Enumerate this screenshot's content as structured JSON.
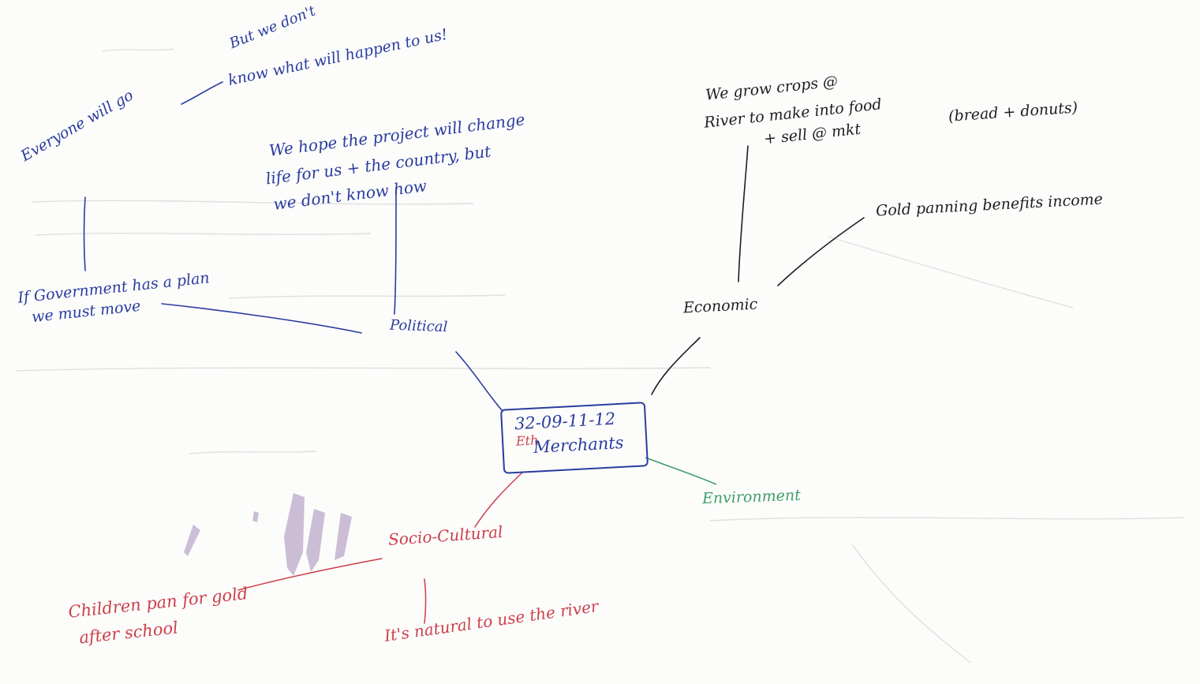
{
  "center": {
    "code": "32-09-11-12",
    "red_mark": "Eth",
    "label": "Merchants"
  },
  "branches": {
    "political": "Political",
    "economic": "Economic",
    "environment": "Environment",
    "socio_cultural": "Socio-Cultural"
  },
  "political_notes": {
    "gov_plan_1": "If Government has a plan",
    "gov_plan_2": "we must move",
    "everyone": "Everyone will go",
    "but_1": "But we don't",
    "but_2": "know what will happen to us!",
    "hope_1": "We hope the project will change",
    "hope_2": "life for us + the country, but",
    "hope_3": "we don't know how"
  },
  "economic_notes": {
    "crops_1": "We grow crops @",
    "crops_2": "River to make into food",
    "crops_3": "+ sell @ mkt",
    "crops_4": "(bread + donuts)",
    "gold": "Gold panning benefits income"
  },
  "socio_notes": {
    "children_1": "Children pan for gold",
    "children_2": "after school",
    "natural": "It's natural to use the river"
  },
  "colors": {
    "political": "#2a3c9e",
    "economic": "#1e1e1e",
    "environment": "#3f9e6a",
    "socio_cultural": "#cc3f4a",
    "stain": "#a48bb8"
  }
}
